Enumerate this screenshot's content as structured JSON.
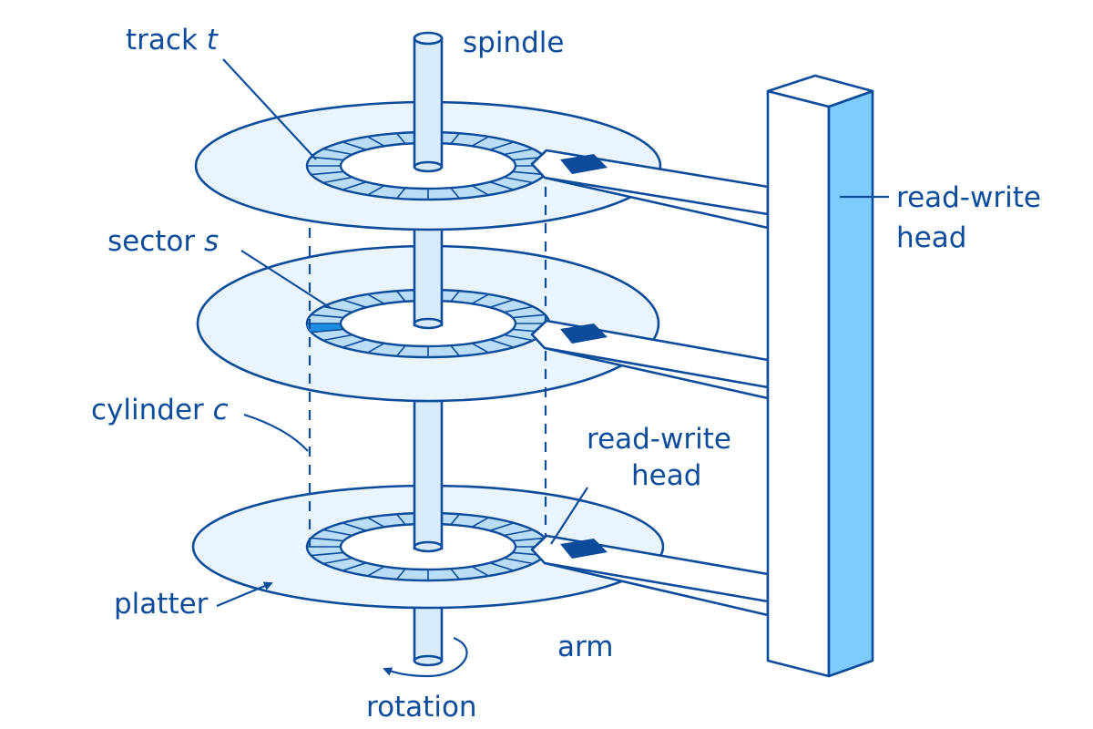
{
  "labels": {
    "track": "track",
    "track_var": "t",
    "spindle": "spindle",
    "sector": "sector",
    "sector_var": "s",
    "cylinder": "cylinder",
    "cylinder_var": "c",
    "platter": "platter",
    "arm": "arm",
    "rotation": "rotation",
    "rw_head_right_line1": "read-write",
    "rw_head_right_line2": "head",
    "rw_head_mid_line1": "read-write",
    "rw_head_mid_line2": "head"
  },
  "colors": {
    "outline": "#0d4c9b",
    "platter_fill": "#eaf4fc",
    "track_fill": "#b9dcf7",
    "highlight": "#1a8fe3",
    "head_fill": "#0d4c9b",
    "spindle_fill": "#d7ebfa",
    "column_side": "#7dcbff",
    "background": "#ffffff"
  },
  "diagram": {
    "platter_count": 3,
    "sectors_per_track": 24
  }
}
